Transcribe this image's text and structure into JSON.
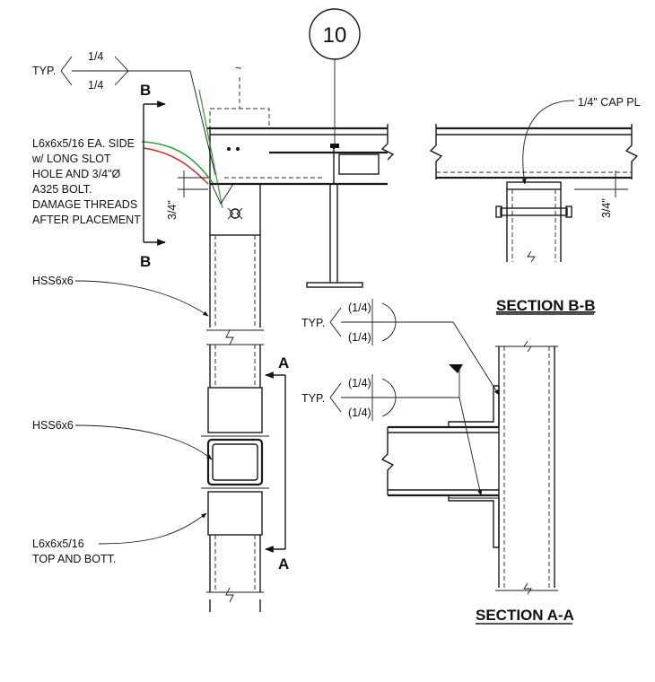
{
  "detail_number": "10",
  "weld_top": {
    "tag": "TYP.",
    "upper": "1/4",
    "lower": "1/4"
  },
  "tilde_mark": "~",
  "cut_b_top": "B",
  "cut_b_bottom": "B",
  "note_angle": [
    "L6x6x5/16 EA. SIDE",
    "w/ LONG SLOT",
    "HOLE  AND 3/4\"Ø",
    "A325 BOLT.",
    "DAMAGE THREADS",
    "AFTER PLACEMENT"
  ],
  "dim_left": "3/4\"",
  "hss_upper": "HSS6x6",
  "hss_mid": "HSS6x6",
  "note_bottom": [
    "L6x6x5/16",
    "TOP AND BOTT."
  ],
  "cut_a_top": "A",
  "cut_a_bottom": "A",
  "section_bb": {
    "cap_label": "1/4\" CAP PL",
    "dim": "3/4\"",
    "title": "SECTION B-B"
  },
  "weld_a1": {
    "tag": "TYP.",
    "upper": "(1/4)",
    "lower": "(1/4)"
  },
  "weld_a2": {
    "tag": "TYP.",
    "upper": "(1/4)",
    "lower": "(1/4)"
  },
  "section_aa_title": "SECTION A-A",
  "colors": {
    "leader_green": "#2ca02c",
    "leader_red": "#d62728",
    "ink": "#1a1a1a"
  }
}
